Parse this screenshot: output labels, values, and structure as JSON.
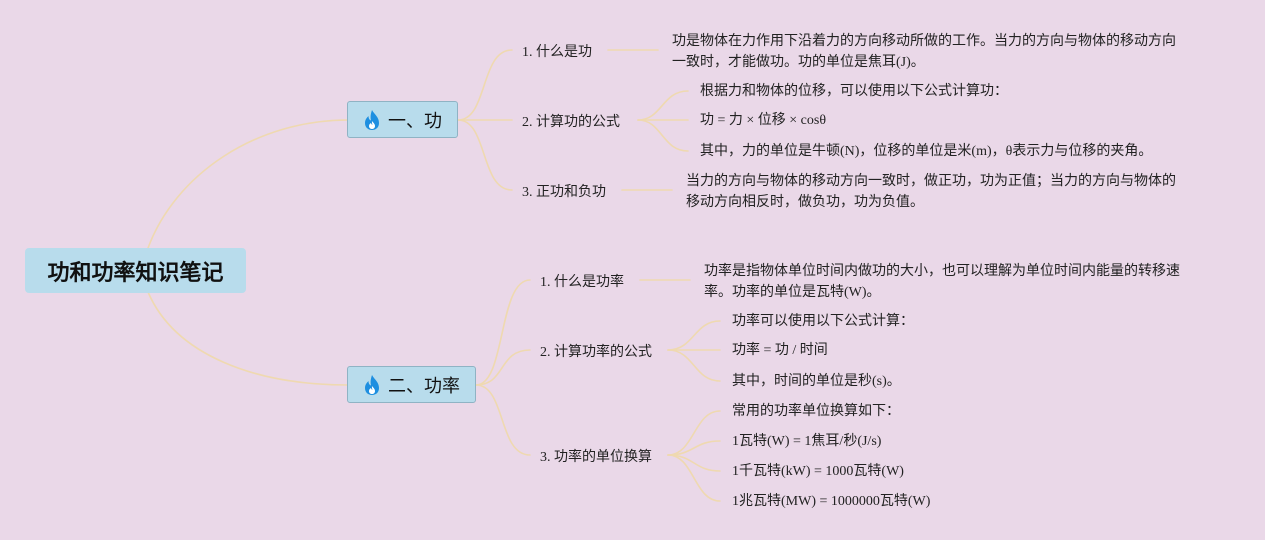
{
  "root": {
    "title": "功和功率知识笔记"
  },
  "sections": [
    {
      "title": "一、功",
      "icon": "flame-icon",
      "topics": [
        {
          "label": "1. 什么是功",
          "details": [
            "功是物体在力作用下沿着力的方向移动所做的工作。当力的方向与物体的移动方向一致时，才能做功。功的单位是焦耳(J)。"
          ]
        },
        {
          "label": "2. 计算功的公式",
          "details": [
            "根据力和物体的位移，可以使用以下公式计算功：",
            "功 = 力 × 位移 × cosθ",
            "其中，力的单位是牛顿(N)，位移的单位是米(m)，θ表示力与位移的夹角。"
          ]
        },
        {
          "label": "3. 正功和负功",
          "details": [
            "当力的方向与物体的移动方向一致时，做正功，功为正值；当力的方向与物体的移动方向相反时，做负功，功为负值。"
          ]
        }
      ]
    },
    {
      "title": "二、功率",
      "icon": "flame-icon",
      "topics": [
        {
          "label": "1. 什么是功率",
          "details": [
            "功率是指物体单位时间内做功的大小，也可以理解为单位时间内能量的转移速率。功率的单位是瓦特(W)。"
          ]
        },
        {
          "label": "2. 计算功率的公式",
          "details": [
            "功率可以使用以下公式计算：",
            "功率 = 功 / 时间",
            "其中，时间的单位是秒(s)。"
          ]
        },
        {
          "label": "3. 功率的单位换算",
          "details": [
            "常用的功率单位换算如下：",
            "1瓦特(W) = 1焦耳/秒(J/s)",
            "1千瓦特(kW) = 1000瓦特(W)",
            "1兆瓦特(MW) = 1000000瓦特(W)"
          ]
        }
      ]
    }
  ],
  "colors": {
    "background": "#ead8e8",
    "node_fill": "#b8dcec",
    "connector": "#efd9b0",
    "flame": "#1e8fe0"
  }
}
